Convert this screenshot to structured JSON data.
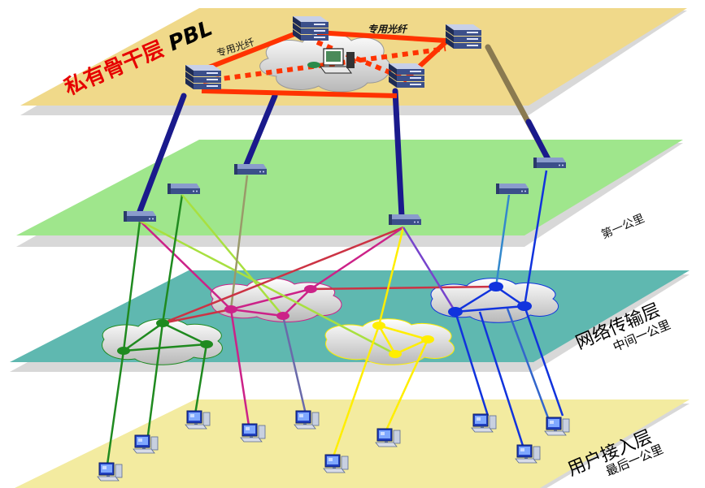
{
  "layers": {
    "backbone": {
      "title": "私有骨干层",
      "abbr": "PBL",
      "color": "#f0d98a"
    },
    "first_mile": {
      "title": "第一公里",
      "color": "#9fe68c"
    },
    "transport": {
      "title": "网络传输层",
      "subtitle": "中间一公里",
      "color": "#5fb8b0"
    },
    "access": {
      "title": "用户接入层",
      "subtitle": "最后一公里",
      "color": "#f3eba0"
    }
  },
  "fiber_labels": [
    "专用光纤",
    "专用光纤"
  ],
  "colors": {
    "backbone_ring": "#ff3300",
    "uplink": "#1a1a8c",
    "green_net": "#1f8a1f",
    "magenta_net": "#cc2288",
    "yellow_net": "#ffee00",
    "blue_net": "#1133dd",
    "title_red": "#e60000"
  }
}
